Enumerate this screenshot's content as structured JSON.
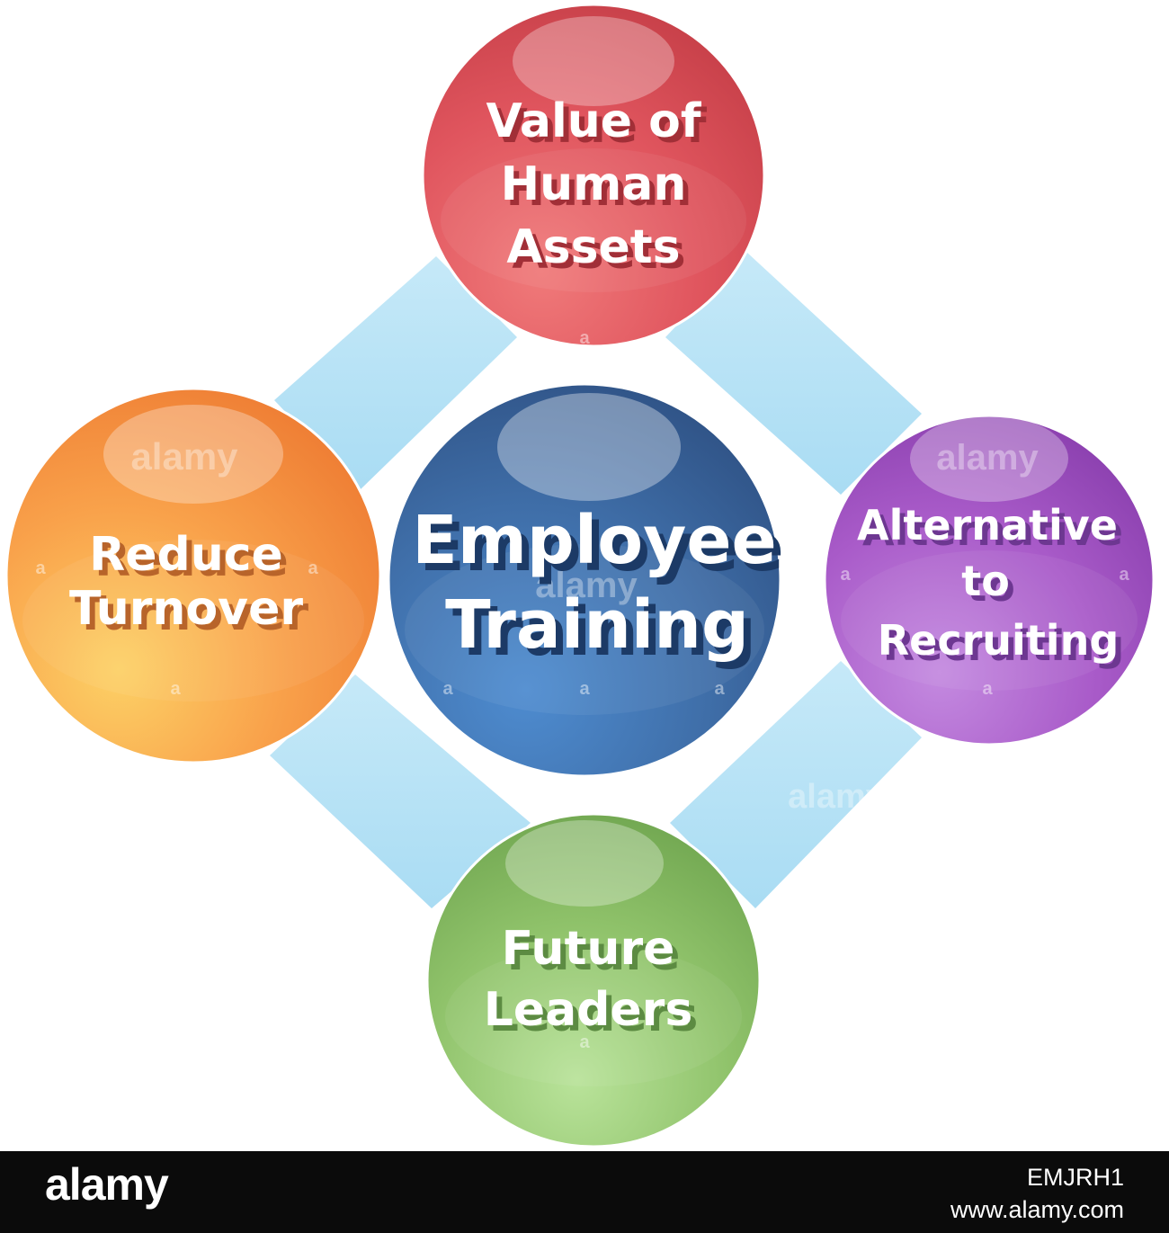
{
  "nodes": {
    "center": {
      "lines": [
        "Employee",
        "Training"
      ],
      "color": "#3f6ea8",
      "shadow": "#1c3a66"
    },
    "top": {
      "lines": [
        "Value of",
        "Human",
        "Assets"
      ],
      "color": "#e0555e",
      "shadow": "#a12f37"
    },
    "left": {
      "lines": [
        "Reduce",
        "Turnover"
      ],
      "color": "#f38f3f",
      "shadow": "#b8642a"
    },
    "right": {
      "lines": [
        "Alternative",
        "to",
        "Recruiting"
      ],
      "color": "#a95bc9",
      "shadow": "#6d3791"
    },
    "bottom": {
      "lines": [
        "Future",
        "Leaders"
      ],
      "color": "#8fc26a",
      "shadow": "#5c8b42"
    }
  },
  "connector_color": "#bfe6f7",
  "watermark": {
    "brand": "alamy",
    "mark": "a"
  },
  "footer": {
    "brand": "alamy",
    "image_id": "EMJRH1",
    "url": "www.alamy.com"
  }
}
